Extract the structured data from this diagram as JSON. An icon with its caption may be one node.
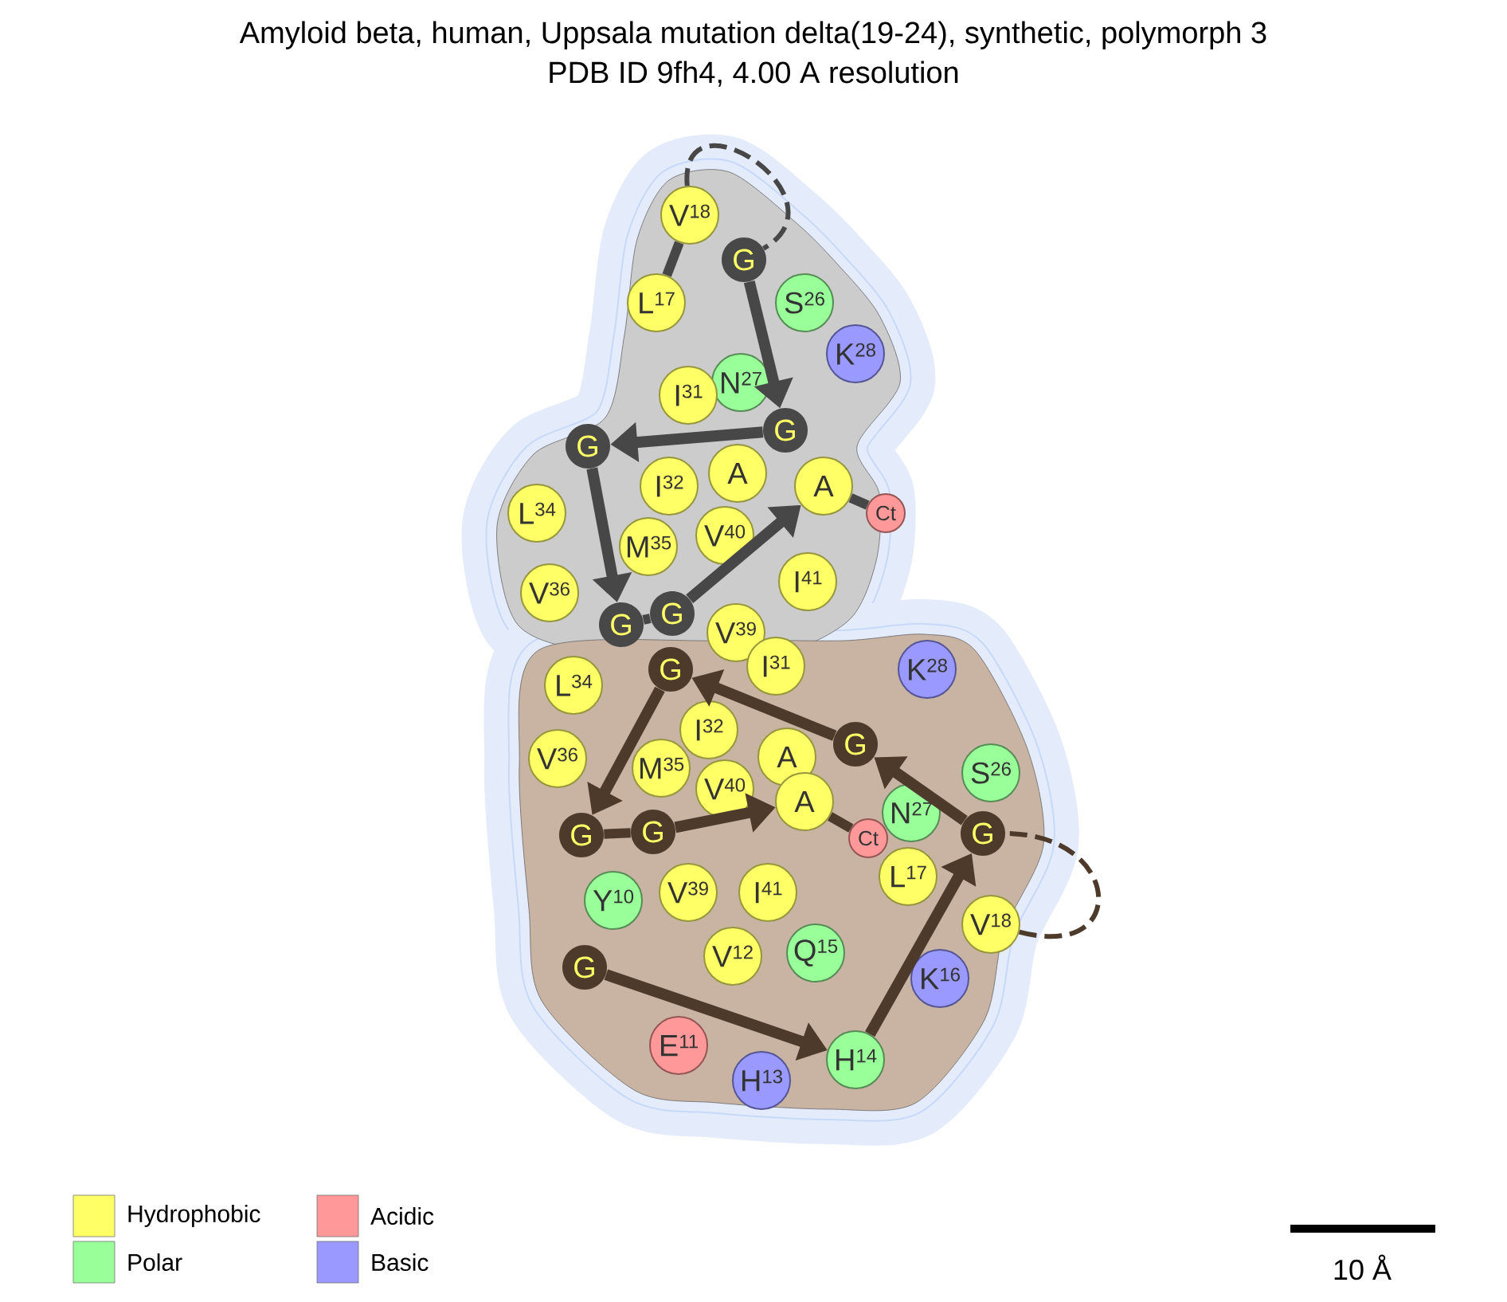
{
  "diagram": {
    "title": "Amyloid beta, human, Uppsala mutation delta(19-24), synthetic, polymorph 3",
    "nodes": [
      {
        "text": [
          "V",
          "18"
        ]
      },
      {
        "text": [
          "G"
        ]
      },
      {
        "text": [
          "L",
          "17"
        ]
      },
      {
        "text": [
          "S",
          "26"
        ]
      },
      {
        "text": [
          "K",
          "28"
        ]
      },
      {
        "text": [
          "N",
          "27"
        ]
      },
      {
        "text": [
          "I",
          "31"
        ]
      },
      {
        "text": [
          "G"
        ]
      },
      {
        "text": [
          "G"
        ]
      },
      {
        "text": [
          "A"
        ]
      },
      {
        "text": [
          "I",
          "32"
        ]
      },
      {
        "text": [
          "A"
        ]
      },
      {
        "text": [
          "Ct"
        ]
      },
      {
        "text": [
          "L",
          "34"
        ]
      },
      {
        "text": [
          "M",
          "35"
        ]
      },
      {
        "text": [
          "V",
          "40"
        ]
      },
      {
        "text": [
          "V",
          "36"
        ]
      },
      {
        "text": [
          "I",
          "41"
        ]
      },
      {
        "text": [
          "G"
        ]
      },
      {
        "text": [
          "G"
        ]
      },
      {
        "text": [
          "V",
          "39"
        ]
      },
      {
        "text": [
          "L",
          "34"
        ]
      },
      {
        "text": [
          "G"
        ]
      },
      {
        "text": [
          "I",
          "31"
        ]
      },
      {
        "text": [
          "K",
          "28"
        ]
      },
      {
        "text": [
          "I",
          "32"
        ]
      },
      {
        "text": [
          "V",
          "36"
        ]
      },
      {
        "text": [
          "M",
          "35"
        ]
      },
      {
        "text": [
          "A"
        ]
      },
      {
        "text": [
          "G"
        ]
      },
      {
        "text": [
          "N",
          "27"
        ]
      },
      {
        "text": [
          "S",
          "26"
        ]
      },
      {
        "text": [
          "V",
          "40"
        ]
      },
      {
        "text": [
          "A"
        ]
      },
      {
        "text": [
          "Ct"
        ]
      },
      {
        "text": [
          "G"
        ]
      },
      {
        "text": [
          "G"
        ]
      },
      {
        "text": [
          "G"
        ]
      },
      {
        "text": [
          "L",
          "17"
        ]
      },
      {
        "text": [
          "Y",
          "10"
        ]
      },
      {
        "text": [
          "V",
          "39"
        ]
      },
      {
        "text": [
          "I",
          "41"
        ]
      },
      {
        "text": [
          "V",
          "18"
        ]
      },
      {
        "text": [
          "Q",
          "15"
        ]
      },
      {
        "text": [
          "V",
          "12"
        ]
      },
      {
        "text": [
          "K",
          "16"
        ]
      },
      {
        "text": [
          "G"
        ]
      },
      {
        "text": [
          "E",
          "11"
        ]
      },
      {
        "text": [
          "H",
          "13"
        ]
      },
      {
        "text": [
          "H",
          "14"
        ]
      }
    ],
    "edges": [
      {
        "from": 2,
        "to": 0,
        "arrow": "none"
      },
      {
        "from": 0,
        "to": 1,
        "arrow": "none",
        "style": "dashed"
      },
      {
        "from": 1,
        "to": 7,
        "arrow": "to"
      },
      {
        "from": 7,
        "to": 8,
        "arrow": "to"
      },
      {
        "from": 8,
        "to": 18,
        "arrow": "to"
      },
      {
        "from": 18,
        "to": 19,
        "arrow": "none"
      },
      {
        "from": 19,
        "to": 11,
        "arrow": "to"
      },
      {
        "from": 11,
        "to": 12,
        "arrow": "none"
      },
      {
        "from": 46,
        "to": 49,
        "arrow": "to",
        "color": "#4d3a2b"
      },
      {
        "from": 49,
        "to": 37,
        "arrow": "to",
        "color": "#4d3a2b"
      },
      {
        "from": 42,
        "to": 37,
        "arrow": "none",
        "style": "dashed",
        "color": "#4d3a2b"
      },
      {
        "from": 37,
        "to": 29,
        "arrow": "to",
        "color": "#4d3a2b"
      },
      {
        "from": 29,
        "to": 22,
        "arrow": "to",
        "color": "#4d3a2b"
      },
      {
        "from": 22,
        "to": 35,
        "arrow": "to",
        "color": "#4d3a2b"
      },
      {
        "from": 35,
        "to": 36,
        "arrow": "none",
        "color": "#4d3a2b"
      },
      {
        "from": 36,
        "to": 33,
        "arrow": "to",
        "color": "#4d3a2b"
      },
      {
        "from": 33,
        "to": 34,
        "arrow": "none",
        "color": "#4d3a2b"
      }
    ],
    "labels": [
      "PDB ID 9fh4, 4.00 A resolution",
      "10 Å"
    ],
    "legend": [
      {
        "text": "Hydrophobic",
        "color": "#ffff66"
      },
      {
        "text": "Polar",
        "color": "#99ff99"
      },
      {
        "text": "Acidic",
        "color": "#ff9999"
      },
      {
        "text": "Basic",
        "color": "#9999ff"
      }
    ]
  }
}
